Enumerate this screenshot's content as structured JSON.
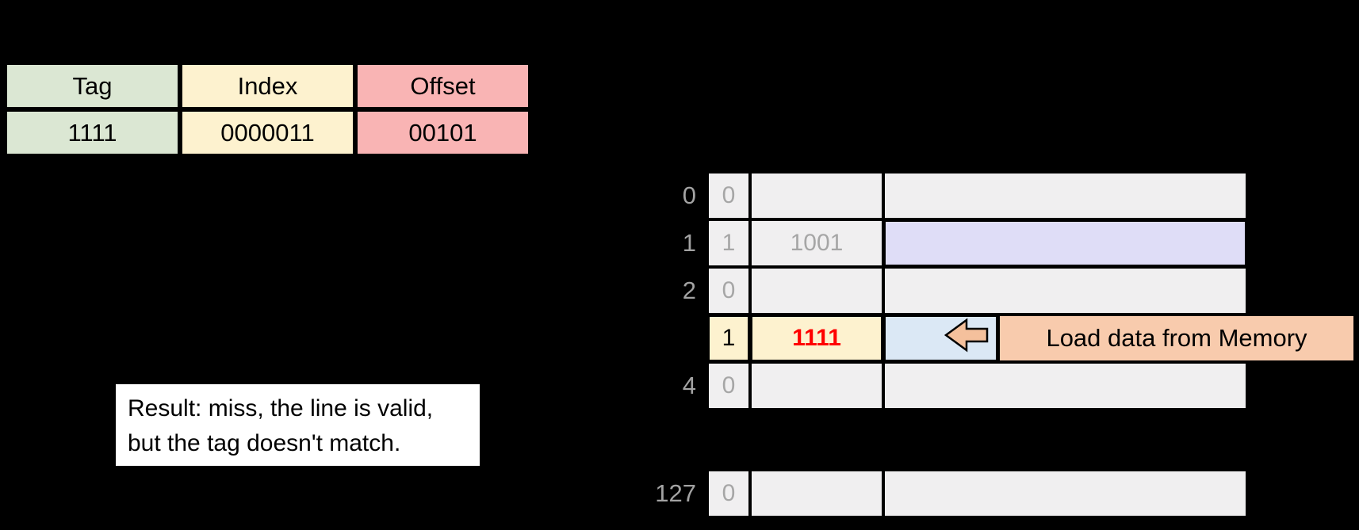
{
  "address_table": {
    "col_tag": {
      "label": "Tag",
      "value": "1111"
    },
    "col_index": {
      "label": "Index",
      "value": "0000011"
    },
    "col_offset": {
      "label": "Offset",
      "value": "00101"
    }
  },
  "result_box": {
    "line1": "Result: miss, the line is valid,",
    "line2": "but the tag doesn't match."
  },
  "cache": {
    "rows": [
      {
        "label": "0",
        "valid": "0",
        "tag": ""
      },
      {
        "label": "1",
        "valid": "1",
        "tag": "1001"
      },
      {
        "label": "2",
        "valid": "0",
        "tag": ""
      },
      {
        "label": "",
        "valid": "1",
        "tag": "1111"
      },
      {
        "label": "4",
        "valid": "0",
        "tag": ""
      },
      {
        "label": "127",
        "valid": "0",
        "tag": ""
      }
    ],
    "annotation": "Load data from Memory",
    "arrow_icon": "left-block-arrow"
  },
  "colors": {
    "background": "#000000",
    "tag_green": "#dbe7d3",
    "index_cream": "#fdf2cf",
    "offset_pink": "#f9b4b4",
    "highlight_yellow": "#fdf2cf",
    "data_purple": "#dfddf7",
    "arrow_cell_blue": "#dbe8f5",
    "annotation_orange": "#f8cbad",
    "cell_gray": "#f0eff0",
    "muted_text_gray": "#a6a6a6",
    "mismatch_red": "#ff0000"
  }
}
